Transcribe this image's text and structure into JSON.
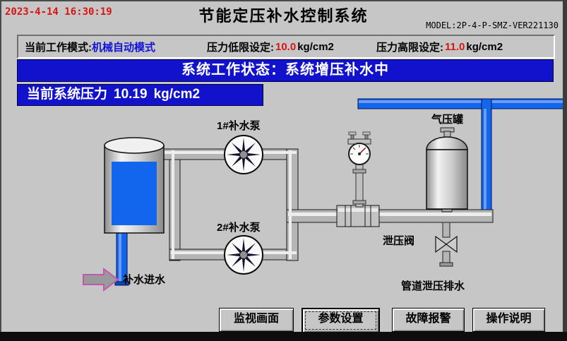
{
  "header": {
    "datetime": "2023-4-14 16:30:19",
    "title": "节能定压补水控制系统",
    "model": "MODEL:2P-4-P-SMZ-VER221130"
  },
  "settings": {
    "mode_label": "当前工作模式:",
    "mode_value": "机械自动模式",
    "low_limit_label": "压力低限设定:",
    "low_limit_value": "10.0",
    "low_limit_unit": "kg/cm2",
    "high_limit_label": "压力高限设定:",
    "high_limit_value": "11.0",
    "high_limit_unit": "kg/cm2"
  },
  "status": {
    "banner": "系统工作状态：系统增压补水中"
  },
  "pressure": {
    "label": "当前系统压力",
    "value": "10.19",
    "unit": "kg/cm2"
  },
  "diagram": {
    "pump1_label": "1#补水泵",
    "pump2_label": "2#补水泵",
    "air_tank_label": "气压罐",
    "relief_valve_label": "泄压阀",
    "drain_label": "管道泄压排水",
    "inlet_label": "补水进水"
  },
  "nav_buttons": [
    {
      "label": "监视画面"
    },
    {
      "label": "参数设置"
    },
    {
      "label": "故障报警"
    },
    {
      "label": "操作说明"
    }
  ],
  "colors": {
    "panel_gray": "#c6c6c6",
    "banner_blue": "#1212cc",
    "pipe_blue": "#1266ee",
    "alert_red": "#d81515",
    "mode_blue": "#1414d8"
  }
}
